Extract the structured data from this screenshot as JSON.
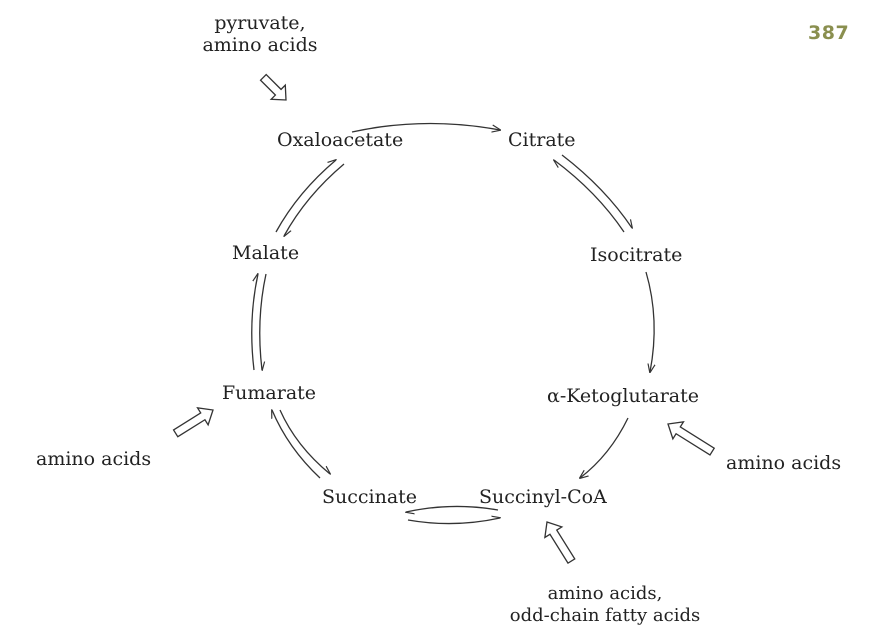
{
  "page_number": "387",
  "page_number_color": "#8a8f4f",
  "line_color": "#333333",
  "intermediates": {
    "oxaloacetate": "Oxaloacetate",
    "citrate": "Citrate",
    "isocitrate": "Isocitrate",
    "alpha_ketoglutarate": "α-Ketoglutarate",
    "succinyl_coa": "Succinyl-CoA",
    "succinate": "Succinate",
    "fumarate": "Fumarate",
    "malate": "Malate"
  },
  "inputs": {
    "oxaloacetate_source": [
      "pyruvate,",
      "amino acids"
    ],
    "fumarate_source": "amino acids",
    "alpha_ketoglutarate_source": "amino acids",
    "succinyl_coa_source": [
      "amino acids,",
      "odd-chain fatty acids"
    ]
  },
  "reactions": [
    {
      "from": "Oxaloacetate",
      "to": "Citrate",
      "reversible": false
    },
    {
      "from": "Citrate",
      "to": "Isocitrate",
      "reversible": true
    },
    {
      "from": "Isocitrate",
      "to": "α-Ketoglutarate",
      "reversible": false
    },
    {
      "from": "α-Ketoglutarate",
      "to": "Succinyl-CoA",
      "reversible": false
    },
    {
      "from": "Succinyl-CoA",
      "to": "Succinate",
      "reversible": true
    },
    {
      "from": "Succinate",
      "to": "Fumarate",
      "reversible": true
    },
    {
      "from": "Fumarate",
      "to": "Malate",
      "reversible": true
    },
    {
      "from": "Malate",
      "to": "Oxaloacetate",
      "reversible": true
    }
  ]
}
